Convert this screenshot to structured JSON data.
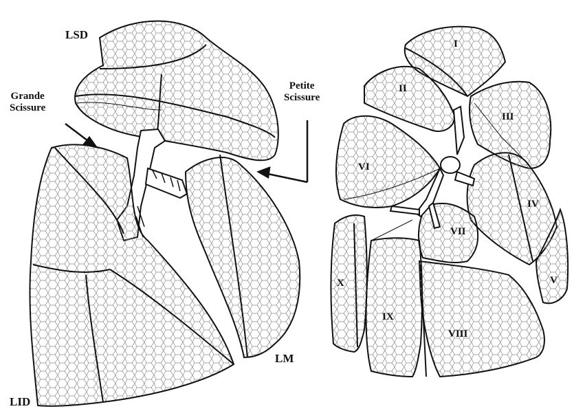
{
  "left_figure": {
    "lobes": {
      "upper_right": "LSD",
      "middle": "LM",
      "lower_right": "LID"
    },
    "fissures": {
      "major_line1": "Grande",
      "major_line2": "Scissure",
      "minor_line1": "Petite",
      "minor_line2": "Scissure"
    }
  },
  "right_figure": {
    "segments": [
      "I",
      "II",
      "III",
      "IV",
      "V",
      "VI",
      "VII",
      "VIII",
      "IX",
      "X"
    ]
  },
  "colors": {
    "ink": "#111111",
    "paper": "#ffffff",
    "hatch": "#8a8a8a"
  }
}
